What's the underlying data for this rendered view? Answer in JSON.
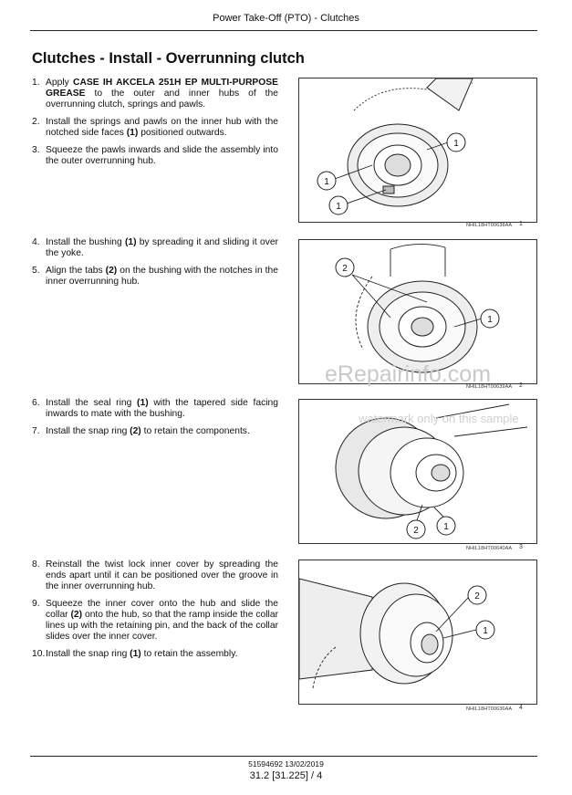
{
  "header": {
    "text": "Power Take-Off (PTO) - Clutches"
  },
  "title": "Clutches - Install - Overrunning clutch",
  "steps": [
    {
      "num": "1.",
      "parts": [
        {
          "t": "Apply ",
          "b": false
        },
        {
          "t": "CASE IH AKCELA 251H EP MULTI-PURPOSE GREASE",
          "b": true
        },
        {
          "t": " to the outer and inner hubs of the overrunning clutch, springs and pawls.",
          "b": false
        }
      ]
    },
    {
      "num": "2.",
      "parts": [
        {
          "t": "Install the springs and pawls on the inner hub with the notched side faces ",
          "b": false
        },
        {
          "t": "(1)",
          "b": true
        },
        {
          "t": " positioned outwards.",
          "b": false
        }
      ]
    },
    {
      "num": "3.",
      "parts": [
        {
          "t": "Squeeze the pawls inwards and slide the assembly into the outer overrunning hub.",
          "b": false
        }
      ]
    },
    {
      "num": "4.",
      "parts": [
        {
          "t": "Install the bushing ",
          "b": false
        },
        {
          "t": "(1)",
          "b": true
        },
        {
          "t": " by spreading it and sliding it over the yoke.",
          "b": false
        }
      ]
    },
    {
      "num": "5.",
      "parts": [
        {
          "t": "Align the tabs ",
          "b": false
        },
        {
          "t": "(2)",
          "b": true
        },
        {
          "t": " on the bushing with the notches in the inner overrunning hub.",
          "b": false
        }
      ]
    },
    {
      "num": "6.",
      "parts": [
        {
          "t": "Install the seal ring ",
          "b": false
        },
        {
          "t": "(1)",
          "b": true
        },
        {
          "t": " with the tapered side facing inwards to mate with the bushing.",
          "b": false
        }
      ]
    },
    {
      "num": "7.",
      "parts": [
        {
          "t": "Install the snap ring ",
          "b": false
        },
        {
          "t": "(2)",
          "b": true
        },
        {
          "t": " to retain the components.",
          "b": false
        }
      ]
    },
    {
      "num": "8.",
      "parts": [
        {
          "t": "Reinstall the twist lock inner cover by spreading the ends apart until it can be positioned over the groove in the inner overrunning hub.",
          "b": false
        }
      ]
    },
    {
      "num": "9.",
      "parts": [
        {
          "t": "Squeeze the inner cover onto the hub and slide the collar ",
          "b": false
        },
        {
          "t": "(2)",
          "b": true
        },
        {
          "t": " onto the hub, so that the ramp inside the collar lines up with the retaining pin, and the back of the collar slides over the inner cover.",
          "b": false
        }
      ]
    },
    {
      "num": "10.",
      "parts": [
        {
          "t": "Install the snap ring ",
          "b": false
        },
        {
          "t": "(1)",
          "b": true
        },
        {
          "t": " to retain the assembly.",
          "b": false
        }
      ]
    }
  ],
  "figures": [
    {
      "code": "NHIL18HT00638AA",
      "number": "1",
      "callouts": [
        "1",
        "1",
        "1"
      ]
    },
    {
      "code": "NHIL18HT00639AA",
      "number": "2",
      "callouts": [
        "2",
        "1"
      ]
    },
    {
      "code": "NHIL18HT00640AA",
      "number": "3",
      "callouts": [
        "2",
        "1"
      ]
    },
    {
      "code": "NHIL18HT00636AA",
      "number": "4",
      "callouts": [
        "2",
        "1"
      ]
    }
  ],
  "watermark": {
    "main": "eRepairinfo.com",
    "sub": "watermark only on this sample"
  },
  "footer": {
    "doc": "51594692 13/02/2019",
    "page": "31.2 [31.225] / 4"
  }
}
